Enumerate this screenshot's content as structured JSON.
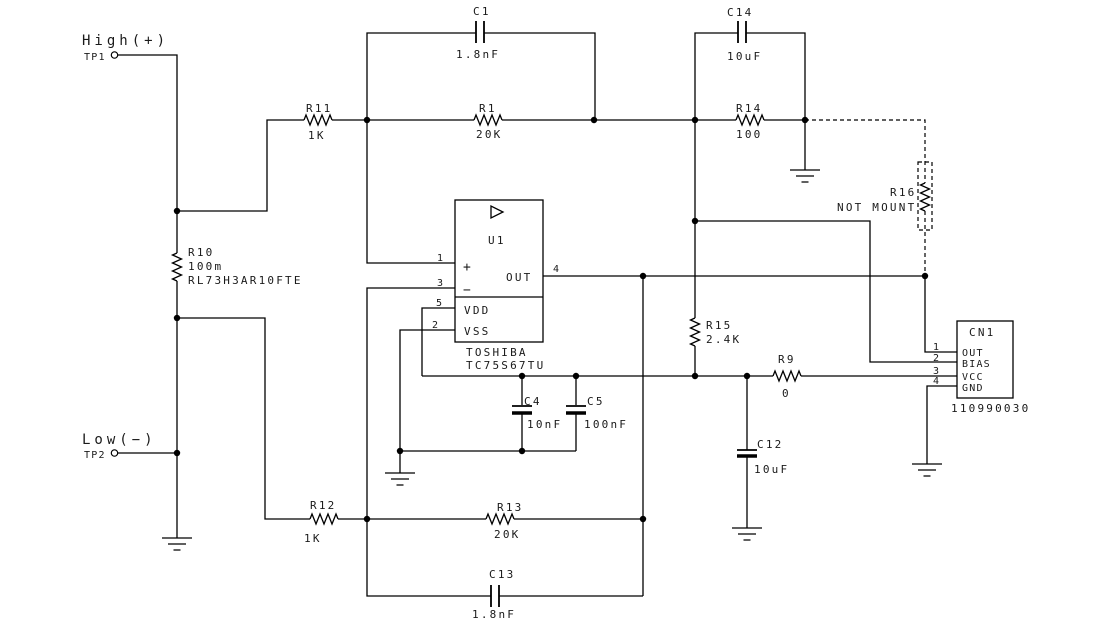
{
  "schematic": {
    "testpoints": {
      "tp1": {
        "title": "High(+)",
        "label": "TP1"
      },
      "tp2": {
        "title": "Low(−)",
        "label": "TP2"
      }
    },
    "resistors": {
      "r1": {
        "ref": "R1",
        "value": "20K"
      },
      "r9": {
        "ref": "R9",
        "value": "0"
      },
      "r10": {
        "ref": "R10",
        "value": "100m",
        "part": "RL73H3AR10FTE"
      },
      "r11": {
        "ref": "R11",
        "value": "1K"
      },
      "r12": {
        "ref": "R12",
        "value": "1K"
      },
      "r13": {
        "ref": "R13",
        "value": "20K"
      },
      "r14": {
        "ref": "R14",
        "value": "100"
      },
      "r15": {
        "ref": "R15",
        "value": "2.4K"
      },
      "r16": {
        "ref": "R16",
        "note": "NOT MOUNT"
      }
    },
    "capacitors": {
      "c1": {
        "ref": "C1",
        "value": "1.8nF"
      },
      "c4": {
        "ref": "C4",
        "value": "10nF"
      },
      "c5": {
        "ref": "C5",
        "value": "100nF"
      },
      "c12": {
        "ref": "C12",
        "value": "10uF"
      },
      "c13": {
        "ref": "C13",
        "value": "1.8nF"
      },
      "c14": {
        "ref": "C14",
        "value": "10uF"
      }
    },
    "opamp": {
      "ref": "U1",
      "manufacturer": "TOSHIBA",
      "part": "TC75S67TU",
      "pin_plus": "+",
      "pin_minus": "−",
      "pin_out": "OUT",
      "pin_vdd": "VDD",
      "pin_vss": "VSS",
      "num_plus": "1",
      "num_minus": "3",
      "num_vdd": "5",
      "num_vss": "2",
      "num_out": "4"
    },
    "connector": {
      "ref": "CN1",
      "part": "110990030",
      "pins": [
        {
          "num": "1",
          "name": "OUT"
        },
        {
          "num": "2",
          "name": "BIAS"
        },
        {
          "num": "3",
          "name": "VCC"
        },
        {
          "num": "4",
          "name": "GND"
        }
      ]
    }
  }
}
